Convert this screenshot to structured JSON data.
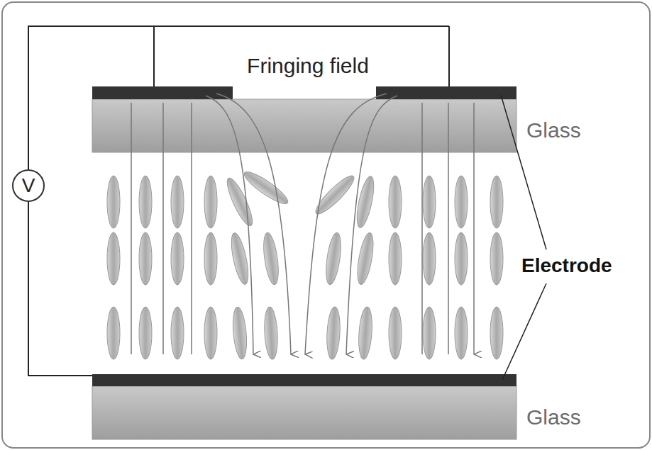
{
  "diagram": {
    "nodes": [
      {
        "text": [
          "V"
        ]
      }
    ],
    "labels": [
      "Fringing field",
      "Glass",
      "Electrode",
      "Glass"
    ]
  }
}
